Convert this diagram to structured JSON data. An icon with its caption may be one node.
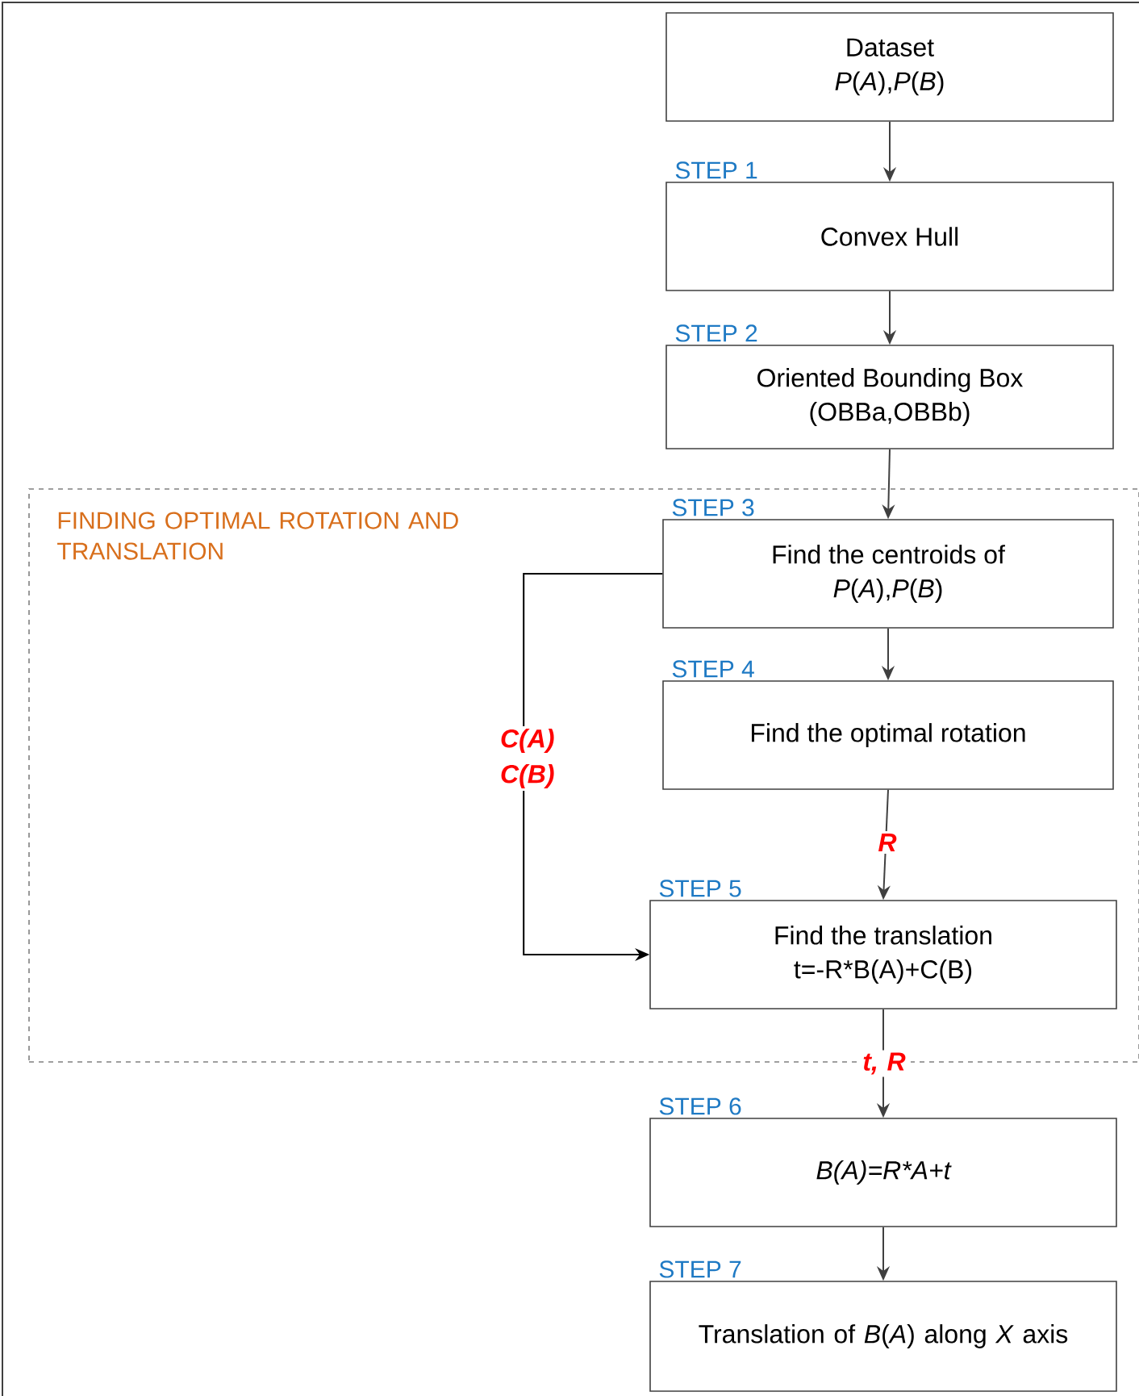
{
  "diagram": {
    "nodes": [
      {
        "text": [
          "Dataset",
          "*P*(*A*),*P*(*B*)"
        ]
      },
      {
        "text": [
          "Convex Hull"
        ],
        "beside": [
          "STEP 1"
        ]
      },
      {
        "text": [
          "Oriented Bounding Box",
          "(OBBa,OBBb)"
        ],
        "beside": [
          "STEP 2"
        ]
      },
      {
        "text": [
          "FINDING OPTIMAL ROTATION AND TRANSLATION"
        ]
      },
      {
        "text": [
          "Find the centroids of",
          "*P*(*A*),*P*(*B*)"
        ],
        "in": 3,
        "beside": [
          "STEP 3"
        ]
      },
      {
        "text": [
          "Find the optimal rotation"
        ],
        "in": 3,
        "beside": [
          "STEP 4"
        ]
      },
      {
        "text": [
          "Find the translation",
          "t=-R*B(A)+C(B)"
        ],
        "in": 3,
        "beside": [
          "STEP 5"
        ]
      },
      {
        "text": [
          "B(A)=R*A+t"
        ],
        "beside": [
          "STEP 6"
        ]
      },
      {
        "text": [
          "Translation of *B*(*A*) along *X* axis"
        ],
        "beside": [
          "STEP 7"
        ]
      }
    ],
    "edges": [
      {
        "from": 0,
        "to": 1,
        "arrow": "to"
      },
      {
        "from": 1,
        "to": 2,
        "arrow": "to"
      },
      {
        "from": 2,
        "to": 4,
        "arrow": "to"
      },
      {
        "from": 4,
        "to": 5,
        "arrow": "to"
      },
      {
        "from": 4,
        "to": 6,
        "arrow": "to",
        "label": "C(A) C(B)",
        "color": "#000000"
      },
      {
        "from": 5,
        "to": 6,
        "arrow": "to",
        "label": "R"
      },
      {
        "from": 6,
        "to": 7,
        "arrow": "to",
        "label": "t, R"
      },
      {
        "from": 7,
        "to": 8,
        "arrow": "to"
      }
    ]
  }
}
